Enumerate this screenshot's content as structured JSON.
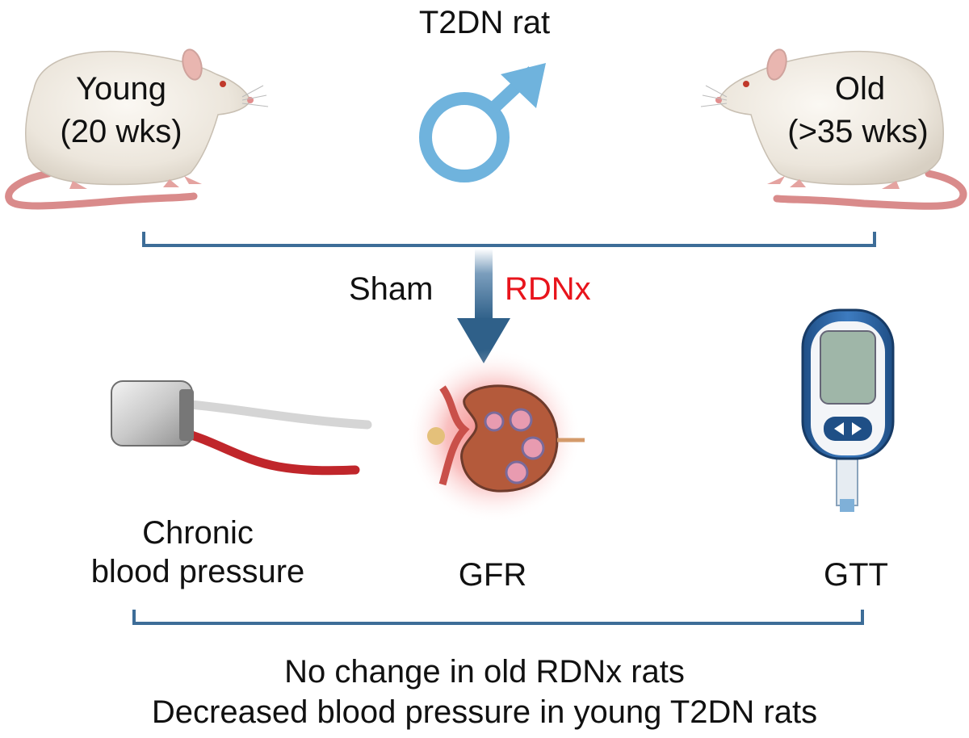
{
  "title": "T2DN rat",
  "groups": {
    "young": {
      "label": "Young",
      "age": "(20 wks)"
    },
    "old": {
      "label": "Old",
      "age": "(>35 wks)"
    }
  },
  "treatment": {
    "sham": "Sham",
    "rdnx": "RDNx",
    "rdnx_color": "#e8141c"
  },
  "measures": {
    "bp": {
      "line1": "Chronic",
      "line2": "blood pressure"
    },
    "gfr": {
      "label": "GFR"
    },
    "gtt": {
      "label": "GTT"
    }
  },
  "conclusion": {
    "line1": "No change in old RDNx rats",
    "line2": "Decreased blood pressure in young T2DN rats"
  },
  "colors": {
    "bracket": "#3d6d98",
    "arrow": "#2f6089",
    "male_symbol": "#6fb3dd",
    "kidney_glow": "#f36b6b"
  },
  "icons": {
    "male": "male-symbol-icon",
    "rat": "rat-icon",
    "transmitter": "telemetry-transmitter-icon",
    "kidney": "kidney-icon",
    "glucometer": "glucometer-icon"
  }
}
